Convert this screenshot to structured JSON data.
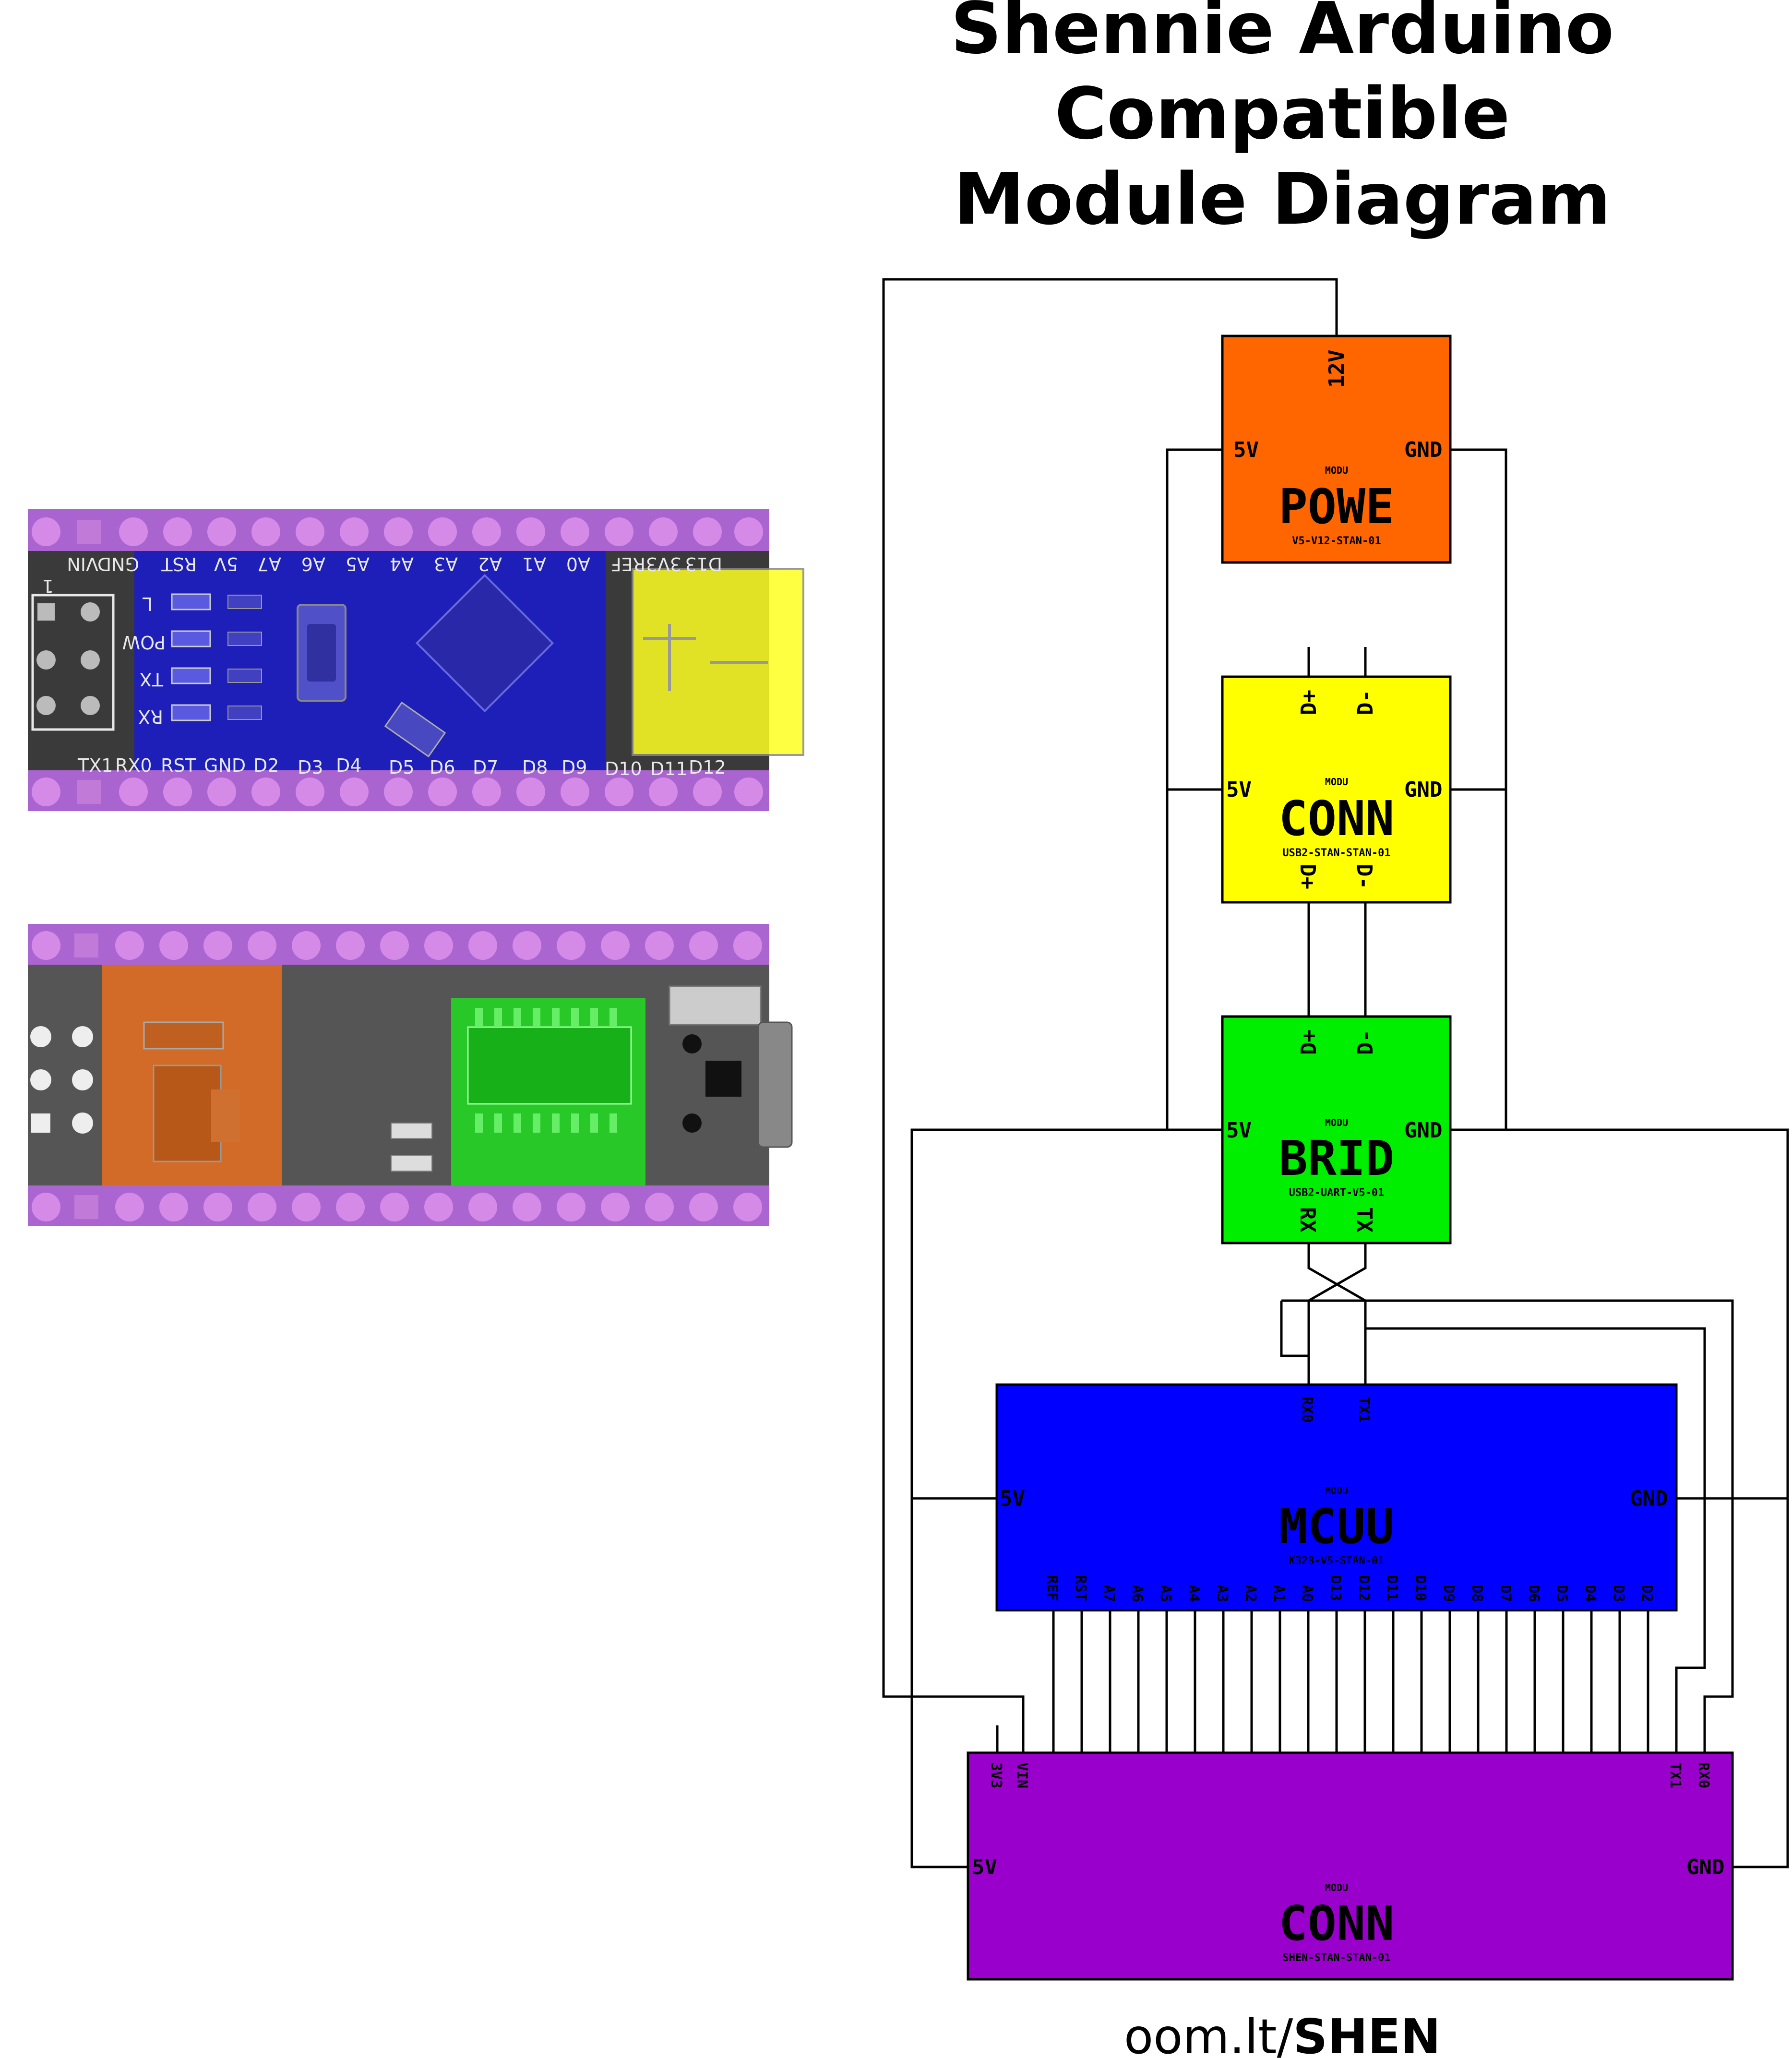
{
  "title": {
    "line1": "Shennie Arduino",
    "line2": "Compatible",
    "line3": "Module Diagram"
  },
  "footer": {
    "prefix": "oom.lt/",
    "bold": "SHEN"
  },
  "colors": {
    "power": "#ff6600",
    "usb_connector": "#ffff00",
    "bridge": "#00ee00",
    "mcu": "#0000ff",
    "header_connector": "#9900cc",
    "wire": "#000000"
  },
  "modules": {
    "power": {
      "tag": "MODU",
      "name": "POWE",
      "code": "V5-V12-STAN-01",
      "pins": {
        "top": "12V",
        "left": "5V",
        "right": "GND"
      }
    },
    "usb_connector": {
      "tag": "MODU",
      "name": "CONN",
      "code": "USB2-STAN-STAN-01",
      "pins": {
        "top1": "D+",
        "top2": "D-",
        "left": "5V",
        "right": "GND",
        "bottom1": "D+",
        "bottom2": "D-"
      }
    },
    "bridge": {
      "tag": "MODU",
      "name": "BRID",
      "code": "USB2-UART-V5-01",
      "pins": {
        "top1": "D+",
        "top2": "D-",
        "left": "5V",
        "right": "GND",
        "bottom1": "RX",
        "bottom2": "TX"
      }
    },
    "mcu": {
      "tag": "MODU",
      "name": "MCUU",
      "code": "K328-V5-STAN-01",
      "pins": {
        "top1": "RX0",
        "top2": "TX1",
        "left": "5V",
        "right": "GND",
        "bottom": [
          "REF",
          "RST",
          "A7",
          "A6",
          "A5",
          "A4",
          "A3",
          "A2",
          "A1",
          "A0",
          "D13",
          "D12",
          "D11",
          "D10",
          "D9",
          "D8",
          "D7",
          "D6",
          "D5",
          "D4",
          "D3",
          "D2"
        ]
      }
    },
    "header_connector": {
      "tag": "MODU",
      "name": "CONN",
      "code": "SHEN-STAN-STAN-01",
      "pins": {
        "top_left1": "3V3",
        "top_left2": "VIN",
        "top_right1": "TX1",
        "top_right2": "RX0",
        "left": "5V",
        "right": "GND"
      }
    }
  },
  "board_top": {
    "silk_top": [
      "D13",
      "3V3",
      "REF",
      "A0",
      "A1",
      "A2",
      "A3",
      "A4",
      "A5",
      "A6",
      "A7",
      "5V",
      "RST",
      "GND",
      "VIN"
    ],
    "silk_bottom": [
      "TX1",
      "RX0",
      "RST",
      "GND",
      "D2",
      "D3",
      "D4",
      "D5",
      "D6",
      "D7",
      "D8",
      "D9",
      "D10",
      "D11",
      "D12"
    ],
    "silk_leds": [
      "L",
      "POW",
      "TX",
      "RX"
    ],
    "silk_icsp_pin1": "1"
  }
}
